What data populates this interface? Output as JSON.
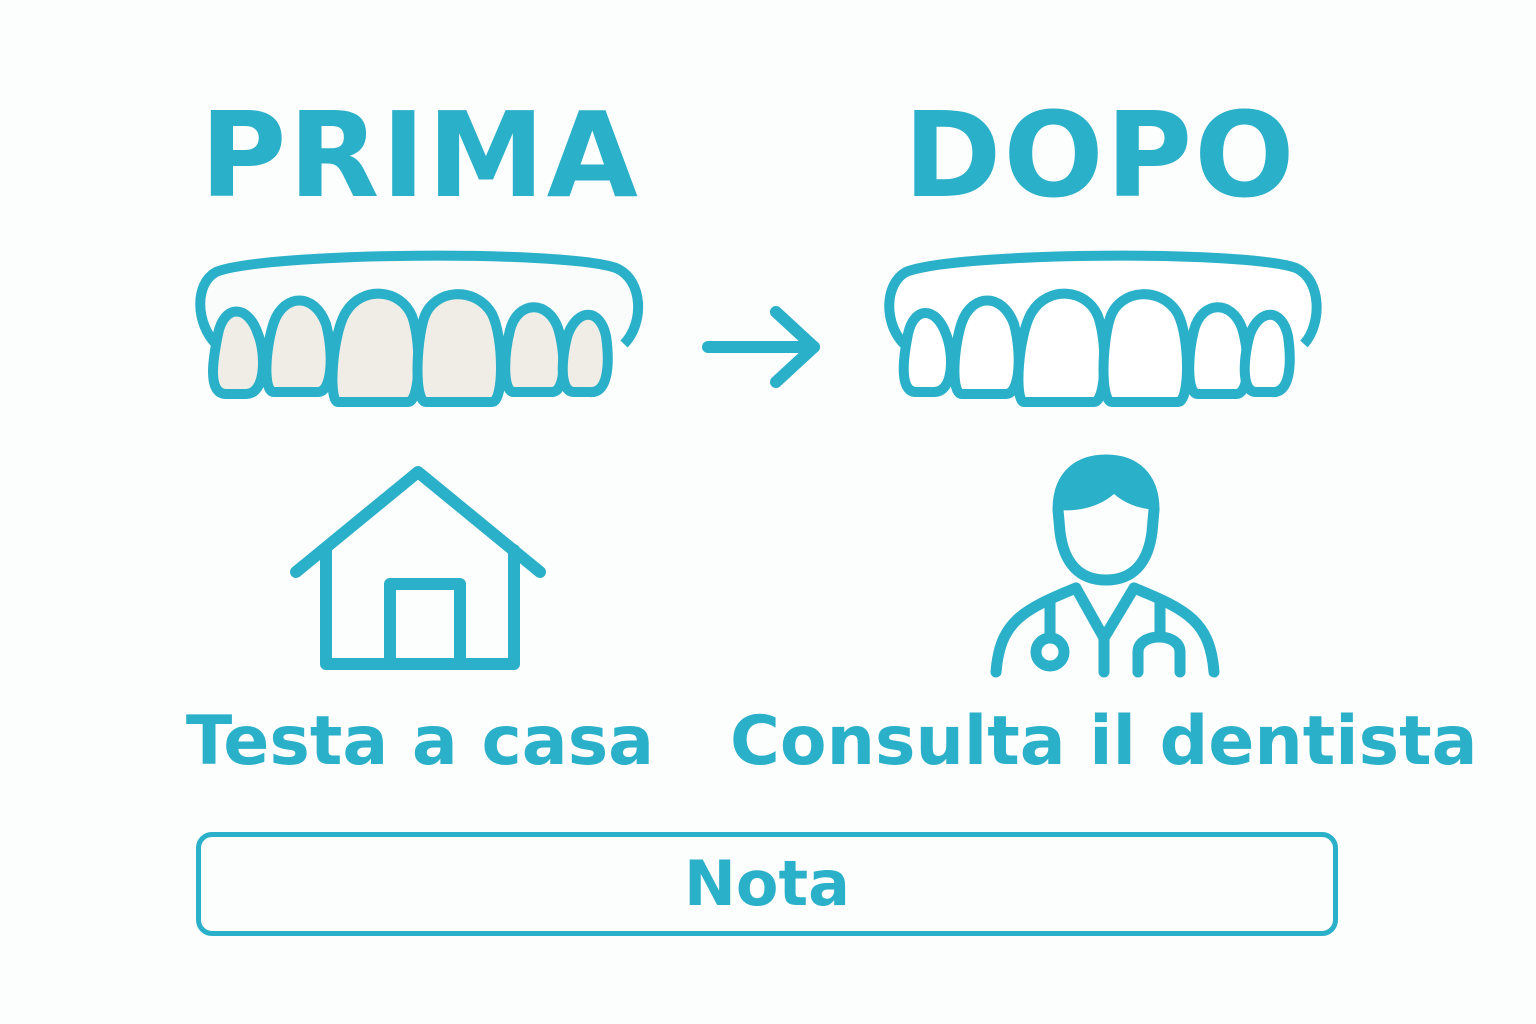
{
  "colors": {
    "accent": "#2ab0c8",
    "background": "#fcfdfd",
    "teeth_before_fill": "#f0ede7",
    "teeth_after_fill": "#ffffff"
  },
  "before": {
    "title": "PRIMA",
    "icon": "teeth-yellowed-icon"
  },
  "after": {
    "title": "DOPO",
    "icon": "teeth-white-icon"
  },
  "transition_icon": "arrow-right-icon",
  "left_column": {
    "icon": "house-icon",
    "caption": "Testa a casa"
  },
  "right_column": {
    "icon": "doctor-stethoscope-icon",
    "caption": "Consulta il dentista"
  },
  "note": {
    "label": "Nota"
  }
}
